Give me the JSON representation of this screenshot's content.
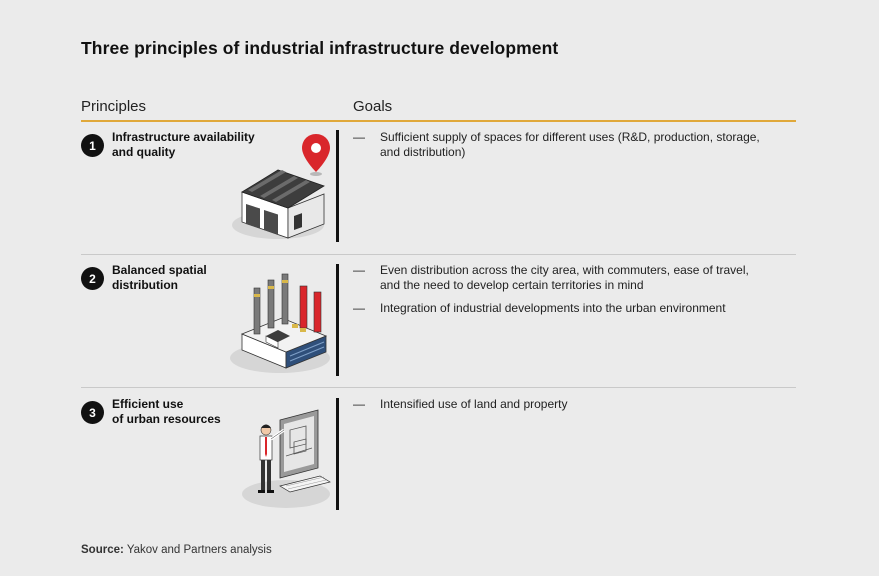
{
  "title": "Three principles of industrial infrastructure development",
  "columns": {
    "principles": "Principles",
    "goals": "Goals"
  },
  "rows": [
    {
      "number": "1",
      "principle_line1": "Infrastructure availability",
      "principle_line2": "and quality",
      "illustration": "warehouse-with-map-pin-icon",
      "goals": [
        {
          "dash": "—",
          "line1": "Sufficient supply of spaces for different uses (R&D, production, storage,",
          "line2": "and distribution)"
        }
      ]
    },
    {
      "number": "2",
      "principle_line1": "Balanced spatial",
      "principle_line2": "distribution",
      "illustration": "factory-with-chimneys-icon",
      "goals": [
        {
          "dash": "—",
          "line1": "Even distribution across the city area, with commuters, ease of travel,",
          "line2": "and the need to develop certain territories in mind"
        },
        {
          "dash": "—",
          "line1": "Integration of industrial developments into the urban environment",
          "line2": ""
        }
      ]
    },
    {
      "number": "3",
      "principle_line1": "Efficient use",
      "principle_line2": "of urban resources",
      "illustration": "businessman-with-blueprint-screen-icon",
      "goals": [
        {
          "dash": "—",
          "line1": "Intensified use of land and property",
          "line2": ""
        }
      ]
    }
  ],
  "source": {
    "label": "Source:",
    "text": "Yakov and Partners analysis"
  },
  "colors": {
    "background": "#ebebeb",
    "accent_line": "#e0a83a",
    "pin_red": "#d9262b"
  }
}
